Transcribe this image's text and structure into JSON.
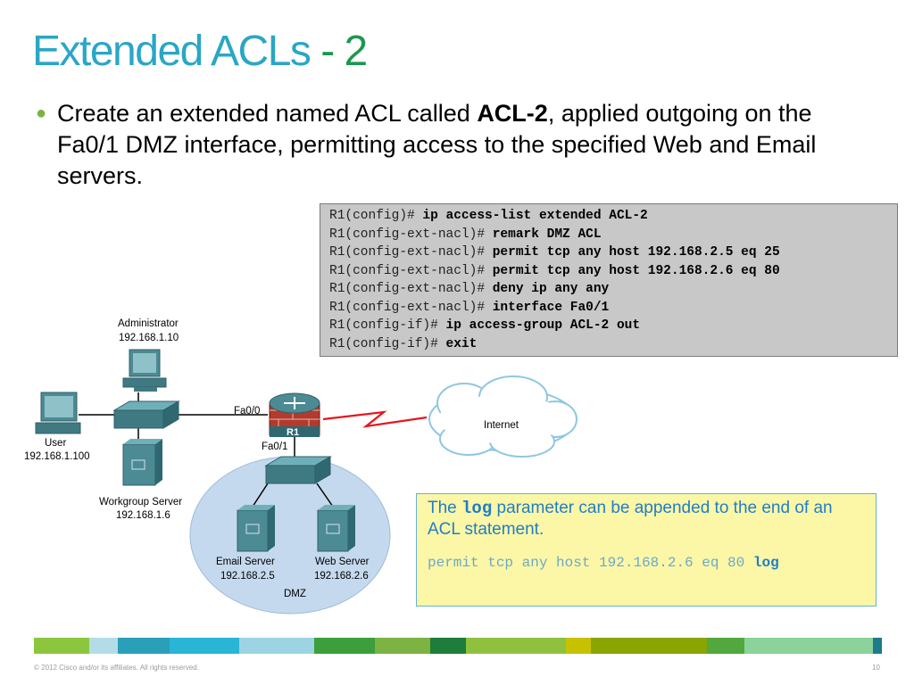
{
  "slide": {
    "title_main": "Extended ACLs",
    "title_dash": " - ",
    "title_num": "2",
    "bullet_pre": "Create an extended named ACL called ",
    "bullet_bold": "ACL-2",
    "bullet_post": ", applied outgoing on the Fa0/1 DMZ interface, permitting access to the specified Web and Email servers."
  },
  "cli": [
    {
      "prompt": "R1(config)# ",
      "cmd": "ip access-list extended ACL-2"
    },
    {
      "prompt": "R1(config-ext-nacl)# ",
      "cmd": "remark DMZ ACL"
    },
    {
      "prompt": "R1(config-ext-nacl)# ",
      "cmd": "permit tcp any host 192.168.2.5 eq 25"
    },
    {
      "prompt": "R1(config-ext-nacl)# ",
      "cmd": "permit tcp any host 192.168.2.6 eq 80"
    },
    {
      "prompt": "R1(config-ext-nacl)# ",
      "cmd": "deny ip any any"
    },
    {
      "prompt": "R1(config-ext-nacl)# ",
      "cmd": "interface Fa0/1"
    },
    {
      "prompt": "R1(config-if)# ",
      "cmd": "ip access-group ACL-2 out"
    },
    {
      "prompt": "R1(config-if)# ",
      "cmd": "exit"
    }
  ],
  "note": {
    "pre": "The ",
    "keyword": "log",
    "post": " parameter can be appended to the end of an ACL statement.",
    "code": "permit tcp any host 192.168.2.6 eq 80 ",
    "code_kw": "log"
  },
  "diagram": {
    "admin_name": "Administrator",
    "admin_ip": "192.168.1.10",
    "user_name": "User",
    "user_ip": "192.168.1.100",
    "wg_name": "Workgroup Server",
    "wg_ip": "192.168.1.6",
    "router": "R1",
    "fa00": "Fa0/0",
    "fa01": "Fa0/1",
    "internet": "Internet",
    "email_name": "Email Server",
    "email_ip": "192.168.2.5",
    "web_name": "Web Server",
    "web_ip": "192.168.2.6",
    "dmz": "DMZ"
  },
  "footer": {
    "copyright": "© 2012 Cisco and/or its affiliates. All rights reserved.",
    "page": "10"
  },
  "colors": {
    "title": "#2aa6c6",
    "bar": [
      "#8cc63f",
      "#b3dde6",
      "#2a9fb8",
      "#29b5d6",
      "#9cd4e4",
      "#3c9f3c",
      "#7cb342",
      "#1e7d3a",
      "#8fc13f",
      "#c6c200",
      "#8aa400",
      "#52a83c",
      "#8bd39a",
      "#1c7b8c"
    ]
  }
}
